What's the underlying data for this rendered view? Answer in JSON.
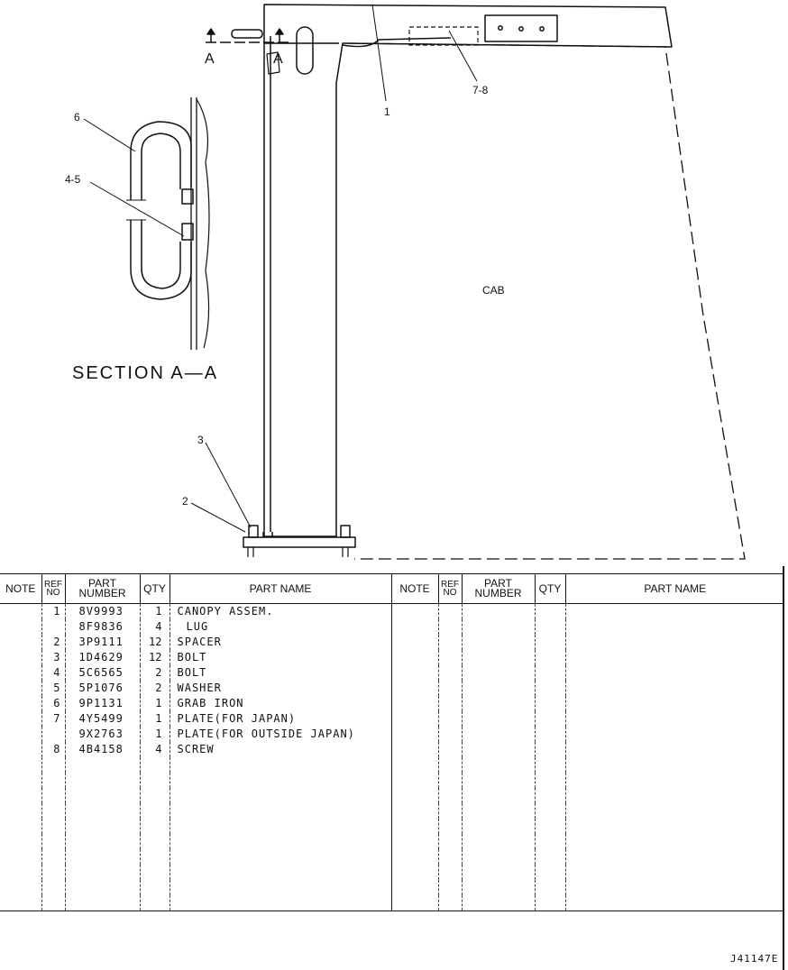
{
  "drawing": {
    "section_label": "SECTION  A—A",
    "section_marks": [
      "A",
      "A"
    ],
    "cab_label": "CAB",
    "callouts": {
      "c1": "1",
      "c2": "2",
      "c3": "3",
      "c45": "4-5",
      "c6": "6",
      "c78": "7-8"
    }
  },
  "table": {
    "headers": {
      "note": "NOTE",
      "ref_no": [
        "REF",
        "NO"
      ],
      "part_number": [
        "PART",
        "NUMBER"
      ],
      "qty": "QTY",
      "part_name": "PART NAME"
    },
    "rows": [
      {
        "ref": "1",
        "part_number": "8V9993",
        "qty": "1",
        "name": "CANOPY ASSEM."
      },
      {
        "ref": "",
        "part_number": "8F9836",
        "qty": "4",
        "name": "LUG"
      },
      {
        "ref": "2",
        "part_number": "3P9111",
        "qty": "12",
        "name": "SPACER"
      },
      {
        "ref": "3",
        "part_number": "1D4629",
        "qty": "12",
        "name": "BOLT"
      },
      {
        "ref": "4",
        "part_number": "5C6565",
        "qty": "2",
        "name": "BOLT"
      },
      {
        "ref": "5",
        "part_number": "5P1076",
        "qty": "2",
        "name": "WASHER"
      },
      {
        "ref": "6",
        "part_number": "9P1131",
        "qty": "1",
        "name": "GRAB IRON"
      },
      {
        "ref": "7",
        "part_number": "4Y5499",
        "qty": "1",
        "name": "PLATE(FOR JAPAN)"
      },
      {
        "ref": "",
        "part_number": "9X2763",
        "qty": "1",
        "name": "PLATE(FOR OUTSIDE JAPAN)"
      },
      {
        "ref": "8",
        "part_number": "4B4158",
        "qty": "4",
        "name": "SCREW"
      }
    ]
  },
  "drawing_code": "J41147E"
}
